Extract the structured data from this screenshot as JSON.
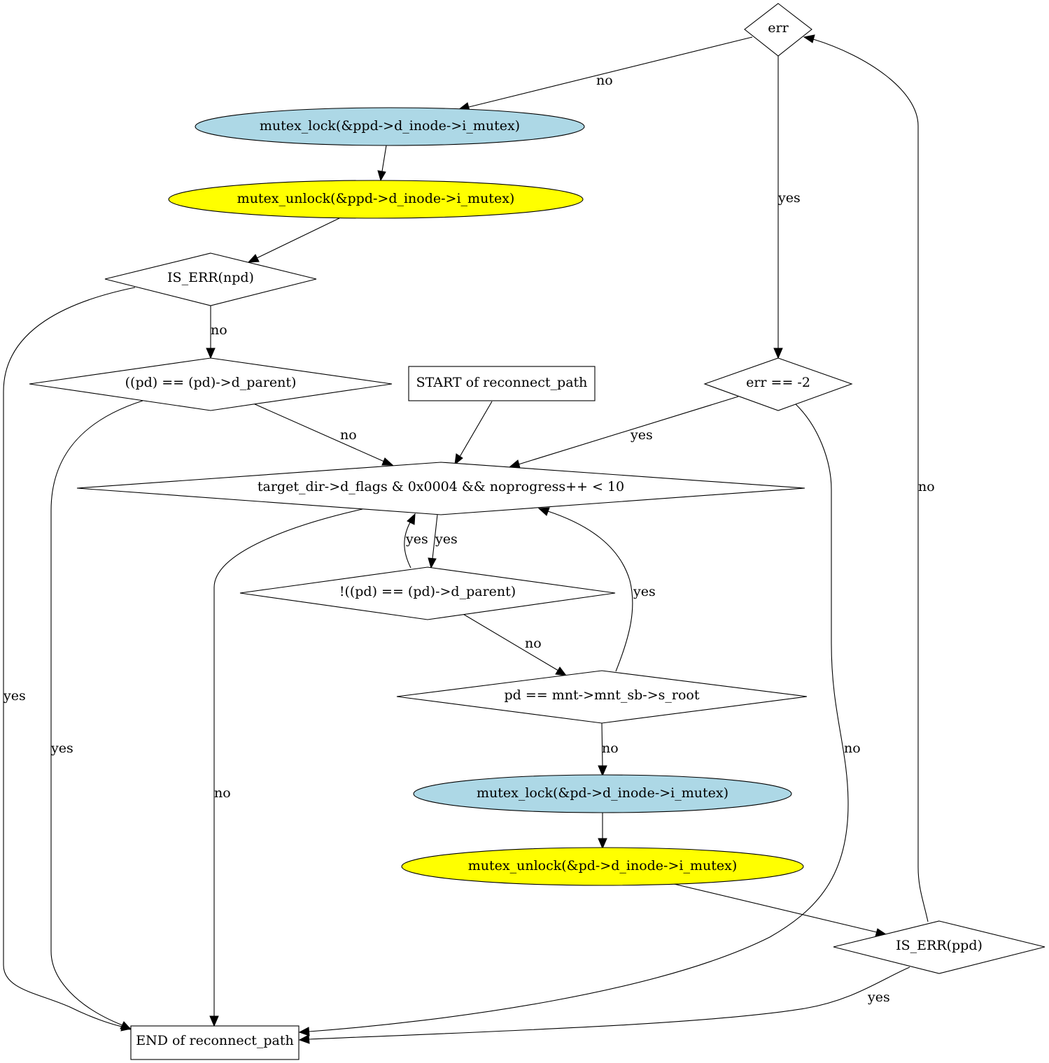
{
  "colors": {
    "background": "#ffffff",
    "ellipse_lock": "#add8e6",
    "ellipse_unlock": "#ffff00",
    "decision": "#ffffff",
    "terminal": "#ffffff",
    "stroke": "#000000"
  },
  "nodes": {
    "err": "err",
    "mutex_lock_ppd": "mutex_lock(&ppd->d_inode->i_mutex)",
    "mutex_unlock_ppd": "mutex_unlock(&ppd->d_inode->i_mutex)",
    "is_err_npd": "IS_ERR(npd)",
    "pd_eq_parent": "((pd) == (pd)->d_parent)",
    "start": "START of reconnect_path",
    "err_eq_minus2": "err == -2",
    "loop_condition": "target_dir->d_flags & 0x0004 && noprogress++ < 10",
    "not_pd_eq_parent": "!((pd) == (pd)->d_parent)",
    "pd_eq_root": "pd == mnt->mnt_sb->s_root",
    "mutex_lock_pd": "mutex_lock(&pd->d_inode->i_mutex)",
    "mutex_unlock_pd": "mutex_unlock(&pd->d_inode->i_mutex)",
    "is_err_ppd": "IS_ERR(ppd)",
    "end": "END of reconnect_path"
  },
  "edges": [
    {
      "from": "err",
      "to": "mutex_lock_ppd",
      "label": "no"
    },
    {
      "from": "mutex_lock_ppd",
      "to": "mutex_unlock_ppd",
      "label": ""
    },
    {
      "from": "mutex_unlock_ppd",
      "to": "is_err_npd",
      "label": ""
    },
    {
      "from": "is_err_npd",
      "to": "pd_eq_parent",
      "label": "no"
    },
    {
      "from": "is_err_npd",
      "to": "end",
      "label": "yes"
    },
    {
      "from": "pd_eq_parent",
      "to": "loop_condition",
      "label": "no"
    },
    {
      "from": "pd_eq_parent",
      "to": "end",
      "label": "yes"
    },
    {
      "from": "start",
      "to": "loop_condition",
      "label": ""
    },
    {
      "from": "err",
      "to": "err_eq_minus2",
      "label": "yes"
    },
    {
      "from": "err_eq_minus2",
      "to": "loop_condition",
      "label": "yes"
    },
    {
      "from": "err_eq_minus2",
      "to": "end",
      "label": "no"
    },
    {
      "from": "loop_condition",
      "to": "not_pd_eq_parent",
      "label": "yes"
    },
    {
      "from": "not_pd_eq_parent",
      "to": "loop_condition",
      "label": "yes"
    },
    {
      "from": "loop_condition",
      "to": "end",
      "label": "no"
    },
    {
      "from": "not_pd_eq_parent",
      "to": "pd_eq_root",
      "label": "no"
    },
    {
      "from": "pd_eq_root",
      "to": "loop_condition",
      "label": "yes"
    },
    {
      "from": "pd_eq_root",
      "to": "mutex_lock_pd",
      "label": "no"
    },
    {
      "from": "mutex_lock_pd",
      "to": "mutex_unlock_pd",
      "label": ""
    },
    {
      "from": "mutex_unlock_pd",
      "to": "is_err_ppd",
      "label": ""
    },
    {
      "from": "is_err_ppd",
      "to": "err",
      "label": "no"
    },
    {
      "from": "is_err_ppd",
      "to": "end",
      "label": "yes"
    }
  ]
}
